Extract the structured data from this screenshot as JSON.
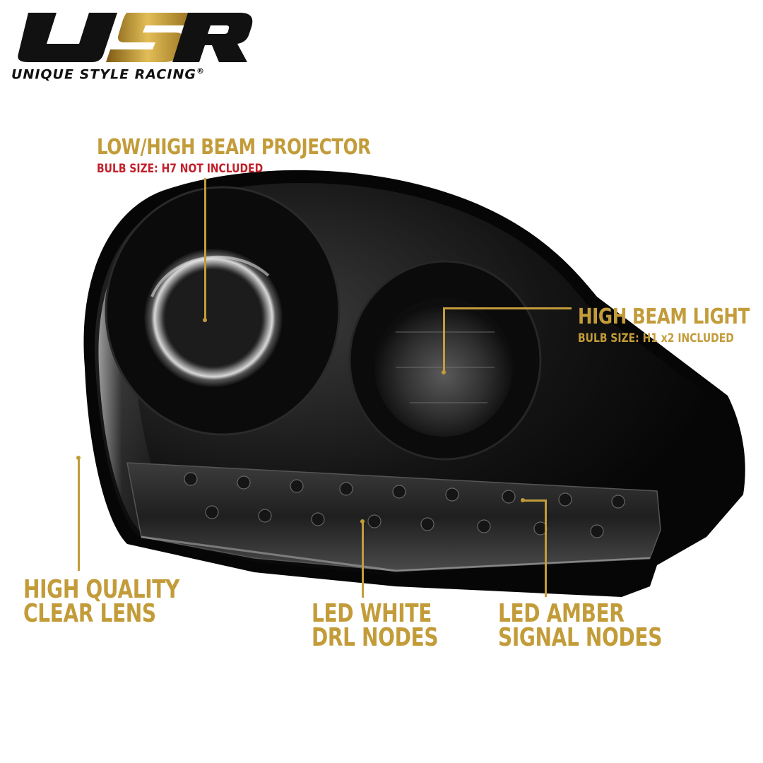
{
  "brand": {
    "logo_letters": "USR",
    "name": "UNIQUE STYLE RACING",
    "registered_mark": "®",
    "colors": {
      "gold": "#c39c3a",
      "black": "#111111"
    }
  },
  "callouts": {
    "projector": {
      "title": "LOW/HIGH BEAM PROJECTOR",
      "detail": "BULB SIZE: H7 NOT INCLUDED"
    },
    "high_beam": {
      "title": "HIGH BEAM LIGHT",
      "detail": "BULB SIZE: H1 x2 INCLUDED"
    },
    "lens": {
      "line1": "HIGH QUALITY",
      "line2": "CLEAR LENS"
    },
    "drl": {
      "line1": "LED WHITE",
      "line2": "DRL NODES"
    },
    "signal": {
      "line1": "LED AMBER",
      "line2": "SIGNAL NODES"
    }
  },
  "colors": {
    "label_gold": "#c39c3a",
    "detail_red": "#c0202a",
    "housing_black": "#0c0c0c"
  }
}
